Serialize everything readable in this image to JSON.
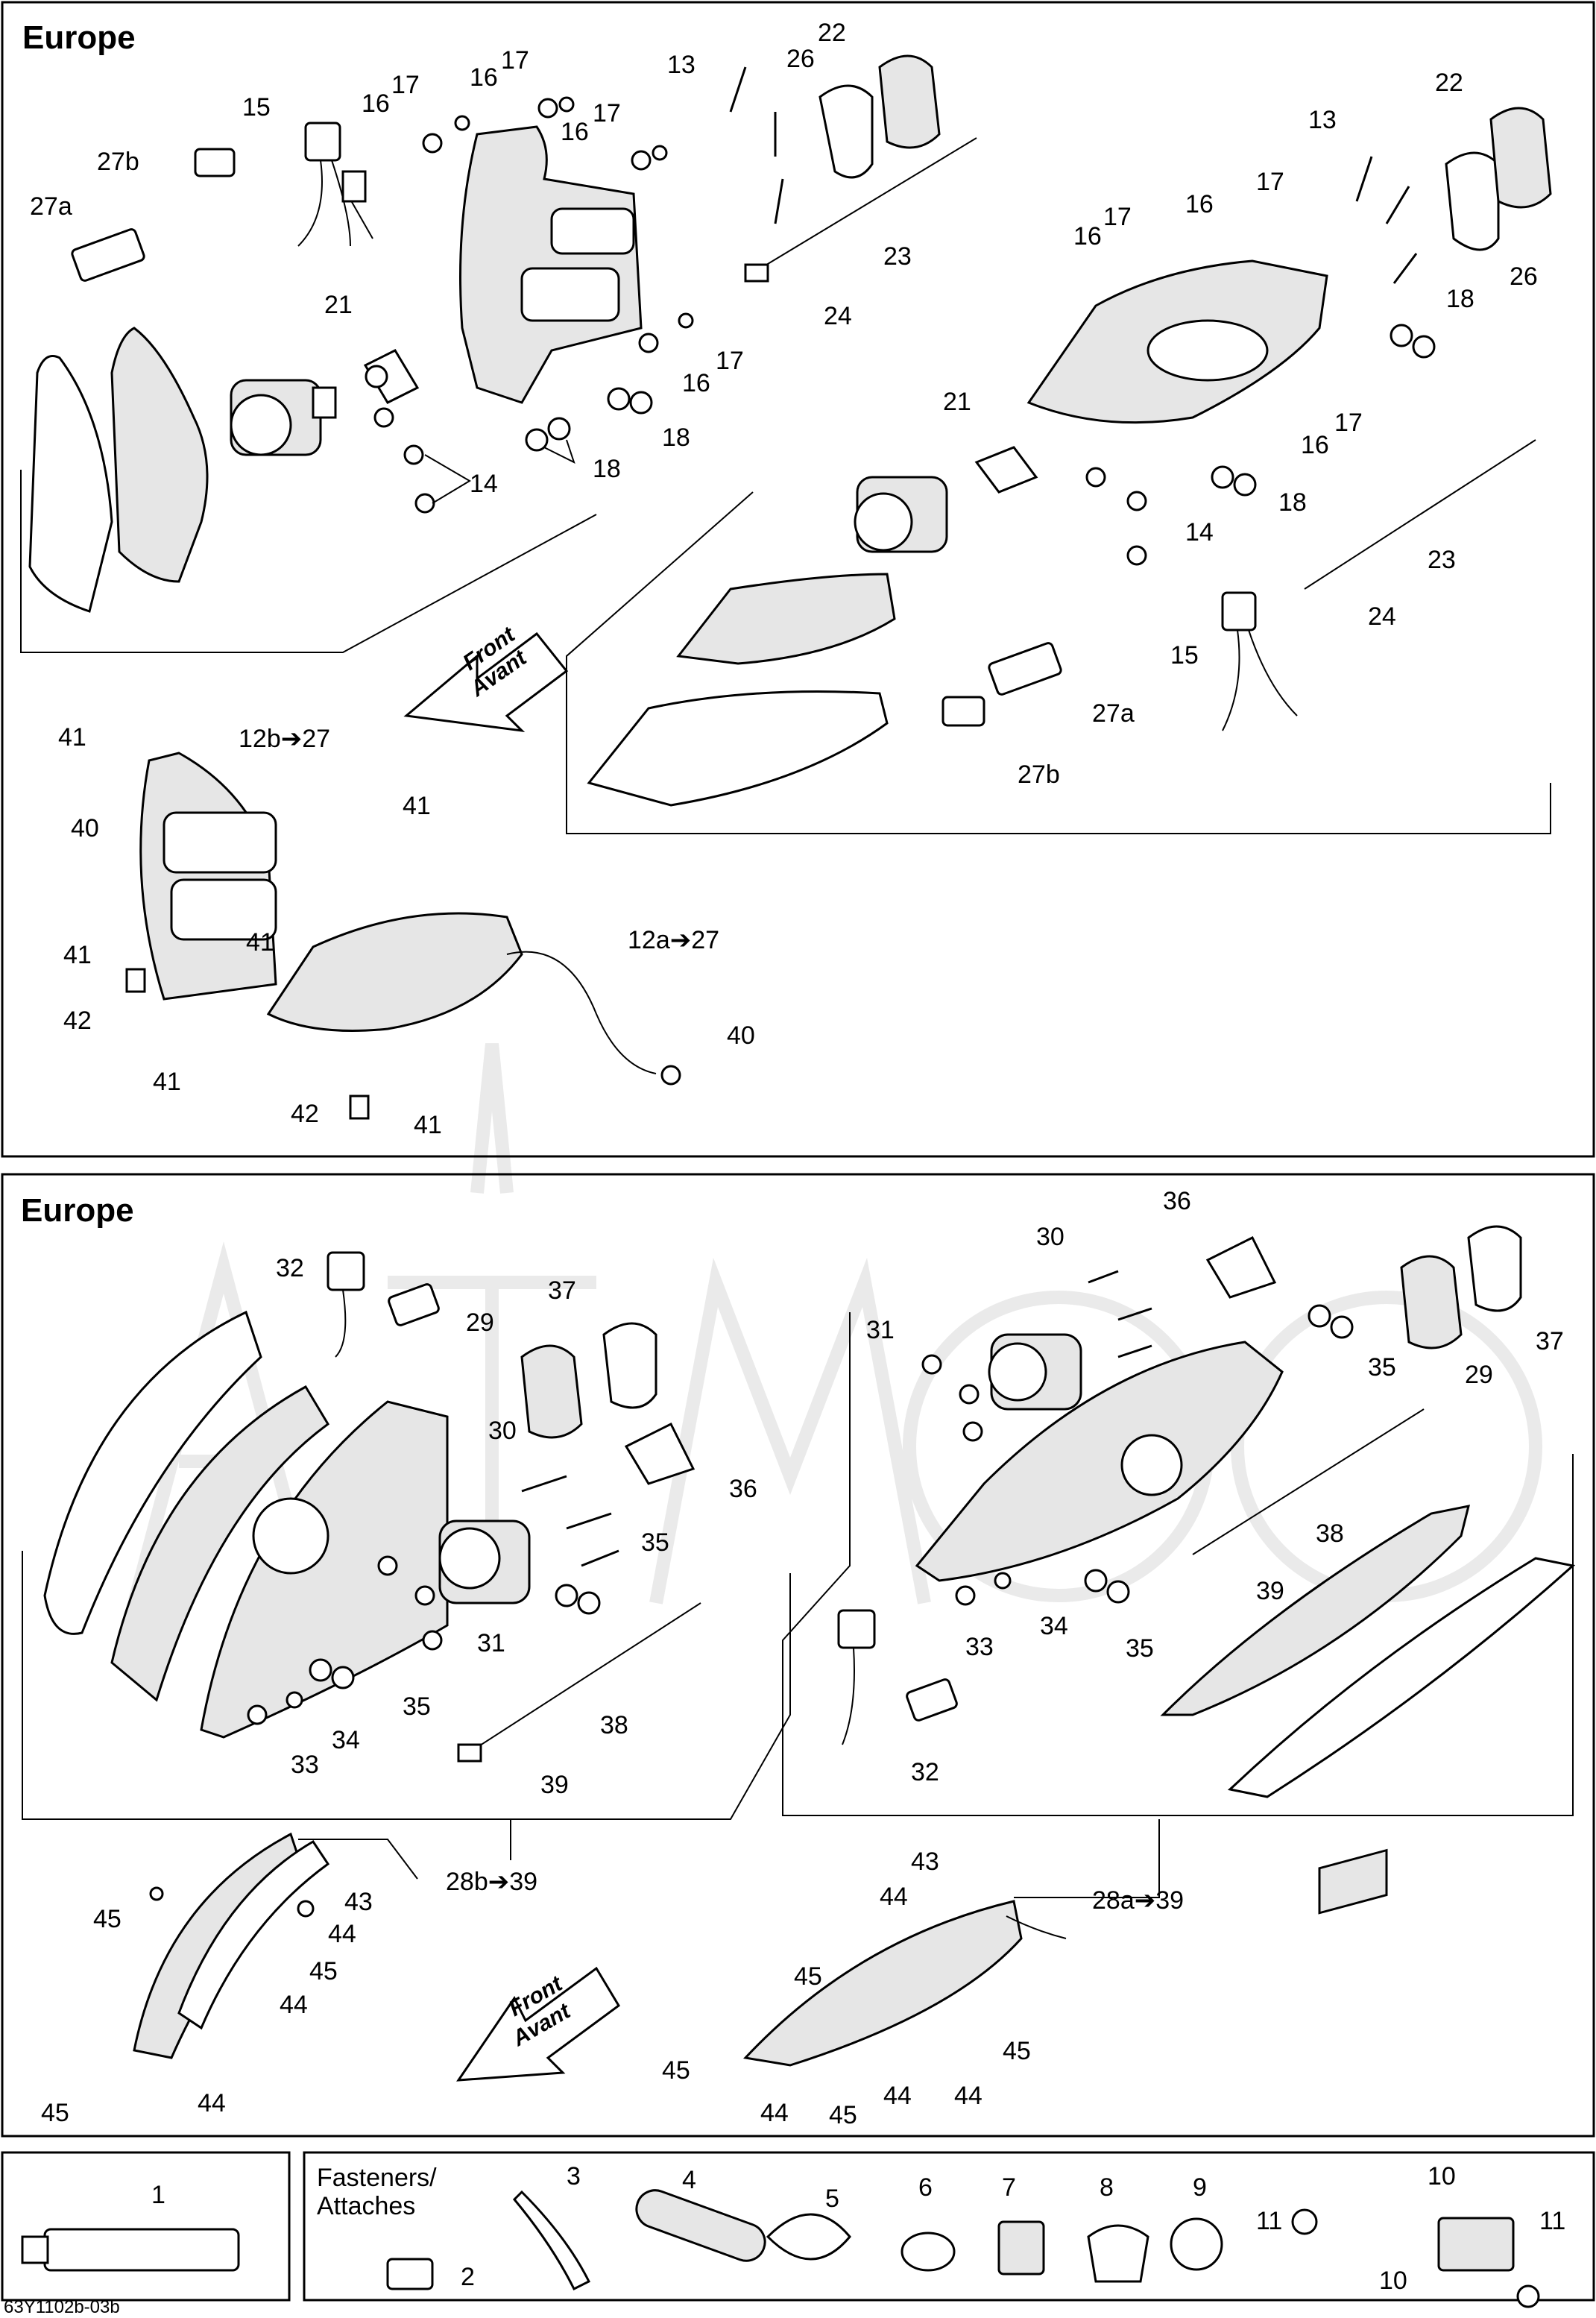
{
  "sections": {
    "top_title": "Europe",
    "bottom_title": "Europe"
  },
  "directions": {
    "top_front": "Front",
    "top_avant": "Avant",
    "bottom_front": "Front",
    "bottom_avant": "Avant"
  },
  "fasteners": {
    "label_line1": "Fasteners/",
    "label_line2": "Attaches"
  },
  "footer": {
    "code": "63Y1102b-03b"
  },
  "callouts": {
    "t_27b": "27b",
    "t_27a": "27a",
    "t_15": "15",
    "t_16a": "16",
    "t_17a": "17",
    "t_16b": "16",
    "t_17b": "17",
    "t_16c": "16",
    "t_17c": "17",
    "t_13": "13",
    "t_26": "26",
    "t_22": "22",
    "t_23": "23",
    "t_24": "24",
    "t_21": "21",
    "t_17d": "17",
    "t_16d": "16",
    "t_18a": "18",
    "t_18b": "18",
    "t_14": "14",
    "r_13": "13",
    "r_22": "22",
    "r_17a": "17",
    "r_16a": "16",
    "r_17b": "17",
    "r_16b": "16",
    "r_26": "26",
    "r_18a": "18",
    "r_21": "21",
    "r_17c": "17",
    "r_16c": "16",
    "r_18b": "18",
    "r_14": "14",
    "r_23": "23",
    "r_24": "24",
    "r_15": "15",
    "r_27a": "27a",
    "r_27b": "27b",
    "m_41a": "41",
    "m_12b27": "12b➔27",
    "m_40a": "40",
    "m_41b": "41",
    "m_41c": "41",
    "m_41d": "41",
    "m_12a27": "12a➔27",
    "m_42a": "42",
    "m_41e": "41",
    "m_40b": "40",
    "m_42b": "42",
    "m_41f": "41",
    "b_32": "32",
    "b_37": "37",
    "b_29": "29",
    "b_30": "30",
    "b_36": "36",
    "b_35a": "35",
    "b_31": "31",
    "b_35b": "35",
    "b_34": "34",
    "b_33": "33",
    "b_38": "38",
    "b_39": "39",
    "b_28b39": "28b➔39",
    "br_36": "36",
    "br_30": "30",
    "br_31": "31",
    "br_35a": "35",
    "br_29": "29",
    "br_37": "37",
    "br_38": "38",
    "br_39": "39",
    "br_34": "34",
    "br_33": "33",
    "br_35b": "35",
    "br_32": "32",
    "br_28a39": "28a➔39",
    "l_45a": "45",
    "l_43": "43",
    "l_44a": "44",
    "l_45b": "45",
    "l_44b": "44",
    "l_45c": "45",
    "l_44c": "44",
    "c_43": "43",
    "c_44a": "44",
    "c_45a": "45",
    "c_45b": "45",
    "c_45c": "45",
    "c_44b": "44",
    "c_45d": "45",
    "c_44c": "44",
    "c_44d": "44",
    "f_1": "1",
    "f_2": "2",
    "f_3": "3",
    "f_4": "4",
    "f_5": "5",
    "f_6": "6",
    "f_7": "7",
    "f_8": "8",
    "f_9": "9",
    "f_11a": "11",
    "f_10a": "10",
    "f_10b": "10",
    "f_11b": "11"
  }
}
